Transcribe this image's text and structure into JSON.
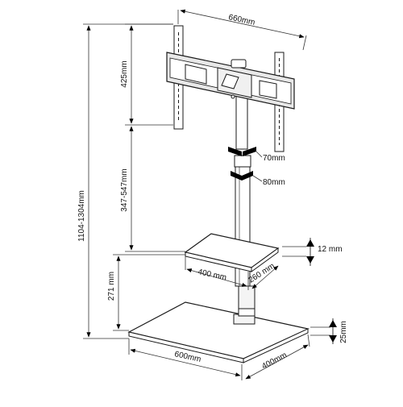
{
  "dimensions": {
    "overall_height": "1104-1304mm",
    "bracket_width": "660mm",
    "bracket_height": "425mm",
    "column_range": "347-547mm",
    "column_width": "70mm",
    "column_depth": "80mm",
    "shelf_thickness": "12 mm",
    "shelf_height": "271 mm",
    "shelf_width": "400 mm",
    "shelf_depth": "260 mm",
    "base_thickness": "25mm",
    "base_width": "600mm",
    "base_depth": "400mm"
  },
  "colors": {
    "line": "#1a1a1a",
    "dim_line": "#333333",
    "arrow": "#000000",
    "fill": "#ffffff",
    "column_fill": "#f4f4f4",
    "bracket_fill": "#e8e8e8"
  }
}
